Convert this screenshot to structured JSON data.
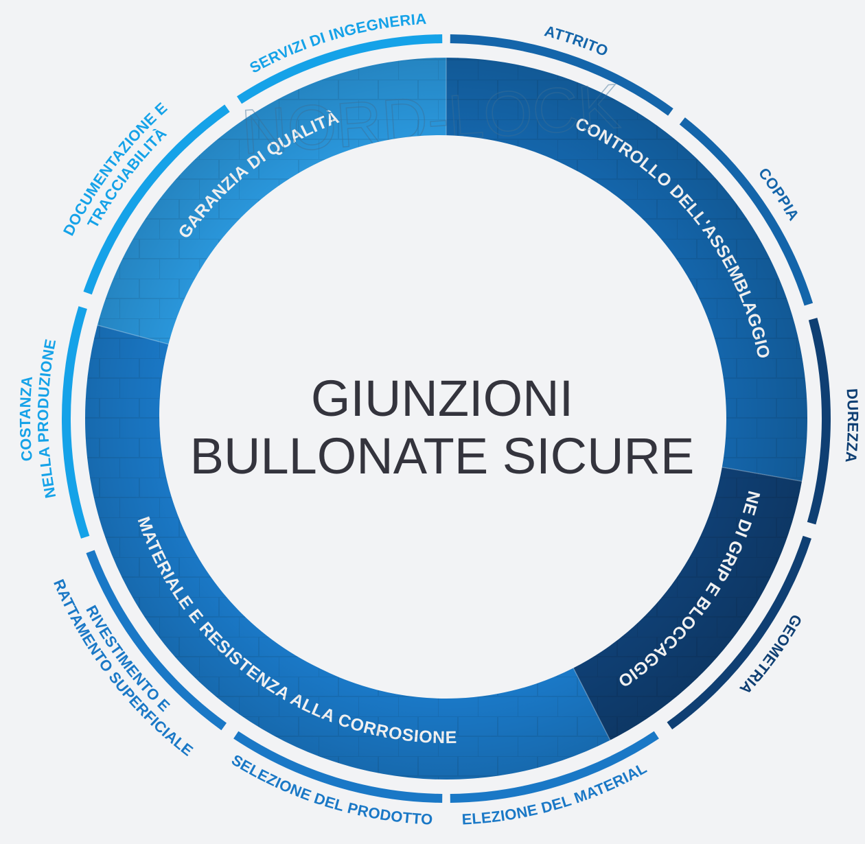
{
  "center": {
    "line1": "GIUNZIONI",
    "line2": "BULLONATE SICURE"
  },
  "watermark": "NORD-LOCK",
  "inner_segments": [
    {
      "id": "assembly",
      "label": "CONTROLLO DELL'ASSEMBLAGGIO",
      "color": "#1465aa"
    },
    {
      "id": "grip",
      "label": "FUNZIONE DI GRIP E BLOCCAGGIO A CUNEI",
      "color": "#0f3f73"
    },
    {
      "id": "material",
      "label": "MATERIALE E RESISTENZA ALLA CORROSIONE",
      "color": "#1a78c6"
    },
    {
      "id": "quality",
      "label": "GARANZIA DI QUALITÀ",
      "color": "#2a97dc"
    }
  ],
  "outer_segments": [
    {
      "lines": [
        "ATTRITO"
      ],
      "color": "#1465aa"
    },
    {
      "lines": [
        "COPPIA"
      ],
      "color": "#1465aa"
    },
    {
      "lines": [
        "DUREZZA"
      ],
      "color": "#0f3f73"
    },
    {
      "lines": [
        "GEOMETRIA"
      ],
      "color": "#0f3f73"
    },
    {
      "lines": [
        "SELEZIONE DEL MATERIALE"
      ],
      "color": "#1a78c6"
    },
    {
      "lines": [
        "SELEZIONE DEL PRODOTTO"
      ],
      "color": "#1a78c6"
    },
    {
      "lines": [
        "RIVESTIMENTO E",
        "TRATTAMENTO SUPERFICIALE"
      ],
      "color": "#1a78c6"
    },
    {
      "lines": [
        "COSTANZA",
        "NELLA PRODUZIONE"
      ],
      "color": "#15a2e8"
    },
    {
      "lines": [
        "DOCUMENTAZIONE E",
        "TRACCIABILITÀ"
      ],
      "color": "#15a2e8"
    },
    {
      "lines": [
        "SERVIZI DI INGEGNERIA"
      ],
      "color": "#15a2e8"
    }
  ],
  "colors": {
    "background": "#f2f3f5",
    "center_text": "#34343d"
  }
}
